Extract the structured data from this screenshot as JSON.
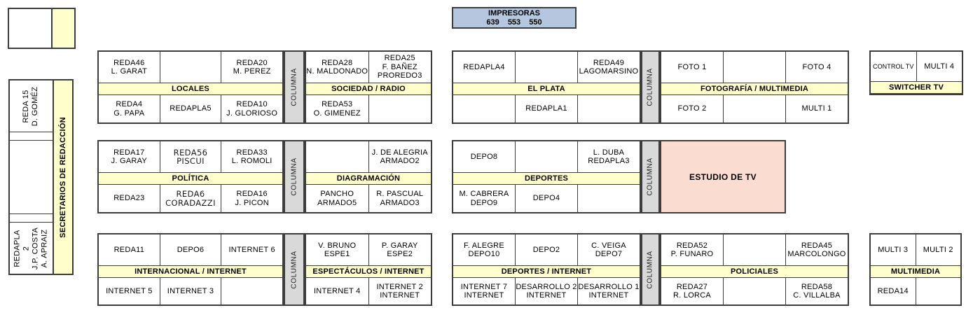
{
  "colors": {
    "section_band": "#FFFFCC",
    "pillar_gray": "#D9D9D9",
    "studio_pink": "#FBDCD1",
    "printer_blue": "#B4C7DE",
    "border_dark": "#3D3D3D"
  },
  "printer": {
    "line1": "IMPRESORAS",
    "line2": "639 553 550"
  },
  "pillar_label": "COLUMNA",
  "left_unit": {
    "top_cell": "REDA 15\nD. GOMÉZ",
    "bottom_cell": "REDAPLA 2\nJ.P. COSTA\nA. APRAIZ",
    "bar_label": "SECRETARIOS DE REDACCIÓN"
  },
  "groups": {
    "locales": {
      "label": "LOCALES",
      "top": [
        "REDA46\nL. GARAT",
        "",
        "REDA20\nM. PEREZ"
      ],
      "bottom": [
        "REDA4\nG. PAPA",
        "REDAPLA5",
        "REDA10\nJ. GLORIOSO"
      ]
    },
    "sociedad": {
      "label": "SOCIEDAD / RADIO",
      "top": [
        "REDA28\nN. MALDONADO",
        "REDA25\nF. BAÑEZ\nPROREDO3"
      ],
      "bottom": [
        "REDA53\nO. GIMENEZ",
        ""
      ]
    },
    "elplata": {
      "label": "EL PLATA",
      "top": [
        "REDAPLA4",
        "",
        "REDA49\nLAGOMARSINO"
      ],
      "bottom": [
        "",
        "REDAPLA1",
        ""
      ]
    },
    "fotografia": {
      "label": "FOTOGRAFÍA / MULTIMEDIA",
      "top": [
        "FOTO 1",
        "",
        "FOTO 4"
      ],
      "bottom": [
        "FOTO 2",
        "",
        "MULTI 1"
      ]
    },
    "switcher": {
      "label": "SWITCHER TV",
      "top": [
        "CONTROL TV",
        "MULTI 4"
      ]
    },
    "politica": {
      "label": "POLÍTICA",
      "top": [
        "REDA17\nJ. GARAY",
        "REDA56\nPISCUI",
        "REDA33\nL. ROMOLI"
      ],
      "bottom": [
        "REDA23",
        "REDA6\nCORADAZZI",
        "REDA16\nJ. PICON"
      ]
    },
    "diagramacion": {
      "label": "DIAGRAMACIÓN",
      "top": [
        "",
        "J. DE ALEGRIA\nARMADO2"
      ],
      "bottom": [
        "PANCHO\nARMADO5",
        "R. PASCUAL\nARMADO3"
      ]
    },
    "deportes": {
      "label": "DEPORTES",
      "top": [
        "DEPO8",
        "",
        "L. DUBA\nREDAPLA3"
      ],
      "bottom": [
        "M. CABRERA\nDEPO9",
        "DEPO4",
        ""
      ]
    },
    "estudio": {
      "label": "ESTUDIO DE TV"
    },
    "internacional": {
      "label": "INTERNACIONAL / INTERNET",
      "top": [
        "REDA11",
        "DEPO6",
        "INTERNET 6"
      ],
      "bottom": [
        "INTERNET 5",
        "INTERNET 3",
        ""
      ]
    },
    "espectaculos": {
      "label": "ESPECTÁCULOS / INTERNET",
      "top": [
        "V. BRUNO\nESPE1",
        "P. GARAY\nESPE2"
      ],
      "bottom": [
        "INTERNET 4",
        "INTERNET 2\nINTERNET"
      ]
    },
    "deportes_internet": {
      "label": "DEPORTES / INTERNET",
      "top": [
        "F. ALEGRE\nDEPO10",
        "DEPO2",
        "C. VEIGA\nDEPO7"
      ],
      "bottom": [
        "INTERNET 7\nINTERNET",
        "DESARROLLO 2\nINTERNET",
        "DESARROLLO 1\nINTERNET"
      ]
    },
    "policiales": {
      "label": "POLICIALES",
      "top": [
        "REDA52\nP. FUNARO",
        "",
        "REDA45\nMARCOLONGO"
      ],
      "bottom": [
        "REDA27\nR. LORCA",
        "",
        "REDA58\nC. VILLALBA"
      ]
    },
    "multimedia": {
      "label": "MULTIMEDIA",
      "top": [
        "MULTI 3",
        "MULTI 2"
      ],
      "bottom": [
        "REDA14",
        ""
      ]
    }
  }
}
